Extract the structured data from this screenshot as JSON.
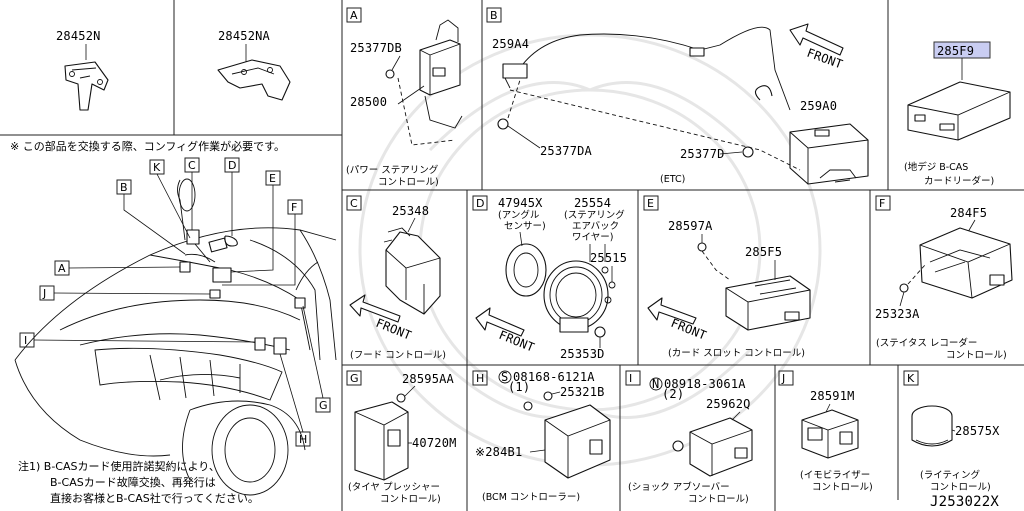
{
  "drawing_code": "J253022X",
  "note_top": "※ この部品を交換する際、コンフィグ作業が必要です。",
  "note_bottom": [
    "注1) B-CASカード使用許諾契約により、",
    "B-CASカード故障交換、再発行は",
    "直接お客様とB-CAS社で行ってください。"
  ],
  "top_left": {
    "left_part": "28452N",
    "right_part": "28452NA"
  },
  "overview_callouts": [
    "K",
    "C",
    "D",
    "E",
    "B",
    "F",
    "A",
    "J",
    "I",
    "G",
    "H"
  ],
  "panels": {
    "A": {
      "letter": "A",
      "parts": [
        "25377DB",
        "28500"
      ],
      "caption": [
        "(パワー ステアリング",
        "コントロール)"
      ]
    },
    "B": {
      "letter": "B",
      "parts": [
        "259A4",
        "259A0",
        "25377DA",
        "25377D"
      ],
      "front": "FRONT",
      "caption": [
        "(ETC)"
      ]
    },
    "P285F9": {
      "part": "285F9",
      "caption": [
        "(地デジ B-CAS",
        "カードリーダー)"
      ]
    },
    "C": {
      "letter": "C",
      "parts": [
        "25348"
      ],
      "front": "FRONT",
      "caption": [
        "(フード コントロール)"
      ]
    },
    "D": {
      "letter": "D",
      "parts": [
        "47945X",
        "25554",
        "25515",
        "25353D"
      ],
      "sub1": [
        "(アングル",
        "センサー)"
      ],
      "sub2": [
        "(ステアリング",
        "エアバック",
        "ワイヤー)"
      ],
      "front": "FRONT"
    },
    "E": {
      "letter": "E",
      "parts": [
        "28597A",
        "285F5"
      ],
      "front": "FRONT",
      "caption": [
        "(カード スロット コントロール)"
      ]
    },
    "F": {
      "letter": "F",
      "parts": [
        "284F5",
        "25323A"
      ],
      "caption": [
        "(ステイタス レコーダー",
        "コントロール)"
      ]
    },
    "G": {
      "letter": "G",
      "parts": [
        "28595AA",
        "40720M"
      ],
      "caption": [
        "(タイヤ プレッシャー",
        "コントロール)"
      ]
    },
    "H": {
      "letter": "H",
      "parts": [
        "08168-6121A",
        "(1)",
        "25321B",
        "※284B1"
      ],
      "circ": "S",
      "caption": [
        "(BCM コントローラー)"
      ]
    },
    "I": {
      "letter": "I",
      "parts": [
        "08918-3061A",
        "(2)",
        "25962Q"
      ],
      "circ": "N",
      "caption": [
        "(ショック アブソーバー",
        "コントロール)"
      ]
    },
    "J": {
      "letter": "J",
      "parts": [
        "28591M"
      ],
      "caption": [
        "(イモビライザー",
        "コントロール)"
      ]
    },
    "K": {
      "letter": "K",
      "parts": [
        "28575X"
      ],
      "caption": [
        "(ライティング",
        "コントロール)"
      ]
    }
  }
}
